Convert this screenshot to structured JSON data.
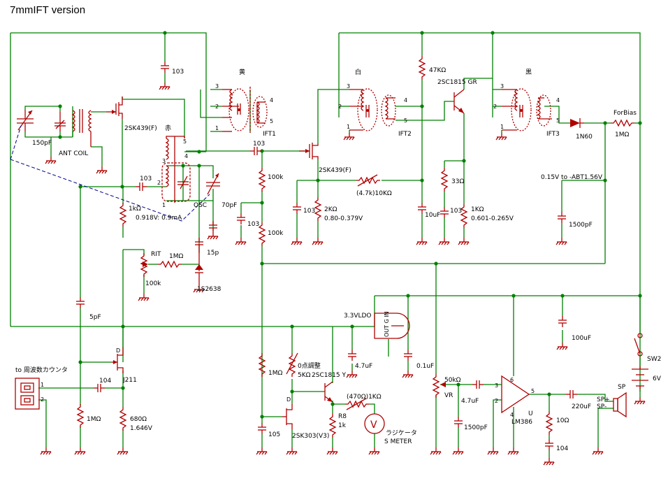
{
  "title": "7mmIFT version",
  "labels": {
    "c103_top": "103",
    "c150pf": "150pF",
    "ant_coil": "ANT COIL",
    "fet1": "2SK439(F)",
    "aka": "赤",
    "osc_c103": "103",
    "r1k": "1kΩ",
    "v_src": "0.918V: 0.9mA",
    "osc": "OSC",
    "c70pf": "70pF",
    "c15p": "15p",
    "d1s2638": "1S2638",
    "rit": "RIT",
    "r1meg_rit": "1MΩ",
    "r100k_rit": "100k",
    "c5pf": "5pF",
    "ki": "黄",
    "ift1": "IFT1",
    "c103_mix": "103",
    "r100k_a": "100k",
    "c103_mid": "103",
    "r100k_b": "100k",
    "fet2": "2SK439(F)",
    "r10k": "(4.7k)10KΩ",
    "c103_fet2": "103",
    "r2k": "2KΩ",
    "v_fet2": "0.80-0.379V",
    "shiro": "白",
    "ift2": "IFT2",
    "r47k": "47KΩ",
    "tr1": "2SC1815 GR",
    "c10uf": "10uF",
    "r33": "33Ω",
    "c103_tr": "103",
    "r1k_tr": "1KΩ",
    "v_tr": "0.601-0.265V",
    "kuro": "黒",
    "ift3": "IFT3",
    "d1n60": "1N60",
    "forbias": "ForBias",
    "r1meg_fb": "1MΩ",
    "v_abt": "0.15V to -ABT1.56V",
    "c1500pf": "1500pF",
    "to_counter": "to 周波数カウンタ",
    "pin1": "1",
    "pin2": "2",
    "c104": "104",
    "fet_j211": "J211",
    "r1meg_j": "1MΩ",
    "r680": "680Ω",
    "v_j211": "1.646V",
    "ldo": "3.3VLDO",
    "ldo_mark": "OUT G IN",
    "c47uf": "4.7uF",
    "c01uf": "0.1uF",
    "r1meg_s": "1MΩ",
    "zero_adj": "0点調整",
    "r5k": "5KΩ",
    "tr2": "2SC1815 Y",
    "r470": "(470Ω)1KΩ",
    "r8": "R8",
    "r8v": "1k",
    "meter1": "ラジケータ",
    "meter2": "S METER",
    "c105": "105",
    "fet_sk303": "2SK303(V3)",
    "r50k": "50kΩ",
    "vr": "VR",
    "c47uf_b": "4.7uF",
    "c1500pf_b": "1500pF",
    "lm386": "LM386",
    "u": "U",
    "r10": "10Ω",
    "c104_b": "104",
    "c220uf": "220uF",
    "sp_plus": "SP+",
    "sp_minus": "SP-",
    "sp": "SP",
    "c100uf": "100uF",
    "sw2": "SW2",
    "v6": "6V"
  },
  "colors": {
    "wire": "#008000",
    "component": "#b00000",
    "dash": "#00008b",
    "text": "#000000"
  }
}
